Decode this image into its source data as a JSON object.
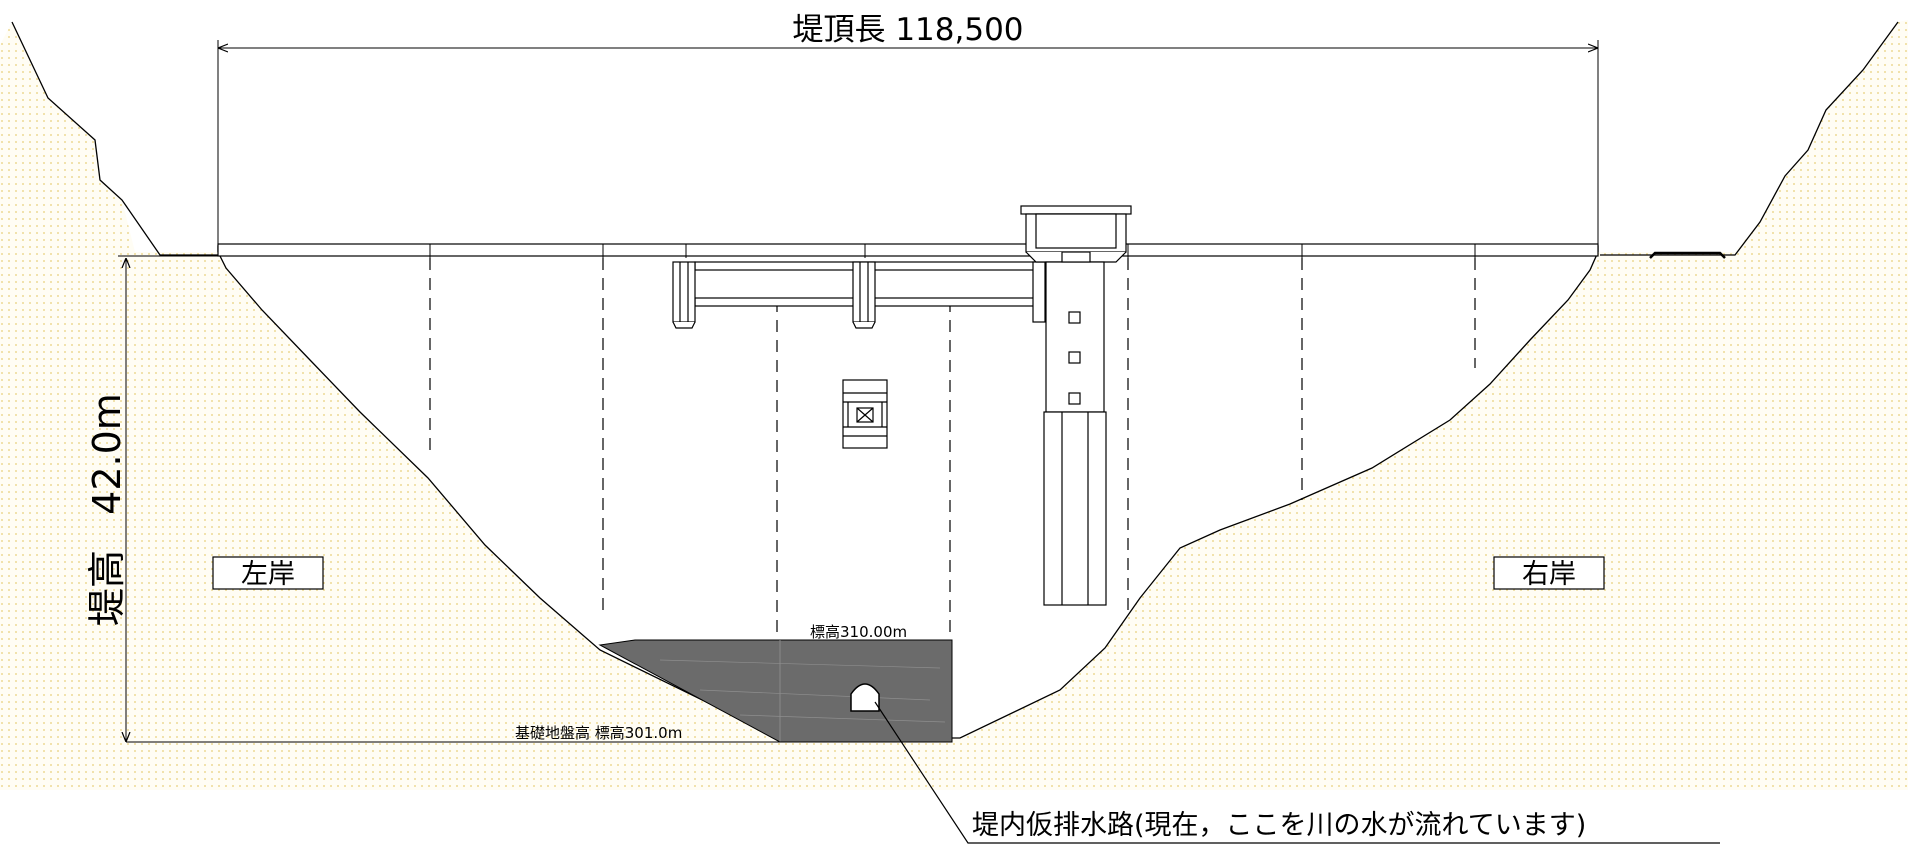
{
  "labels": {
    "crest_length": "堤頂長 118,500",
    "dam_height_name": "堤高",
    "dam_height_value": "42.0m",
    "left_bank": "左岸",
    "right_bank": "右岸",
    "elevation_top": "標高310.00m",
    "foundation": "基礎地盤高  標高301.0m",
    "diversion": "堤内仮排水路(現在，ここを川の水が流れています)"
  },
  "colors": {
    "ground_dots": "#e8cf78",
    "ground_bg": "#fffdf4",
    "foundation_block": "#6b6b6b",
    "line": "#000000"
  }
}
